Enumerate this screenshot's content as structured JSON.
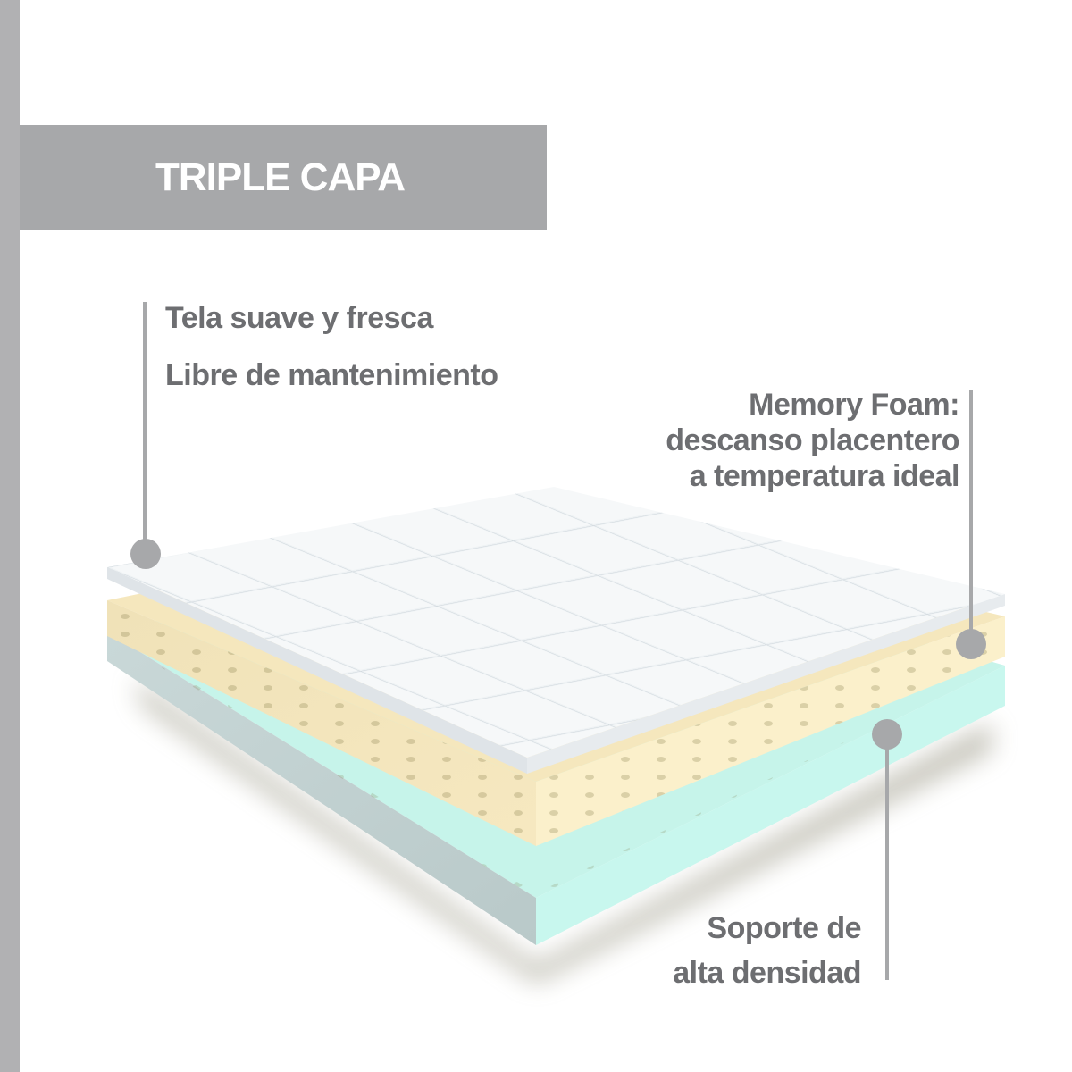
{
  "header": {
    "title": "TRIPLE CAPA"
  },
  "labels": {
    "top_layer": [
      "Tela suave y fresca",
      "Libre de mantenimiento"
    ],
    "middle_layer": [
      "Memory Foam:",
      "descanso placentero",
      "a temperatura ideal"
    ],
    "bottom_layer": [
      "Soporte de",
      "alta densidad"
    ]
  },
  "colors": {
    "accent_gray": "#a7a8aa",
    "text_gray": "#6d6e71",
    "foam_yellow": "#f3e4b8",
    "support_mint": "#c6f4ea"
  }
}
